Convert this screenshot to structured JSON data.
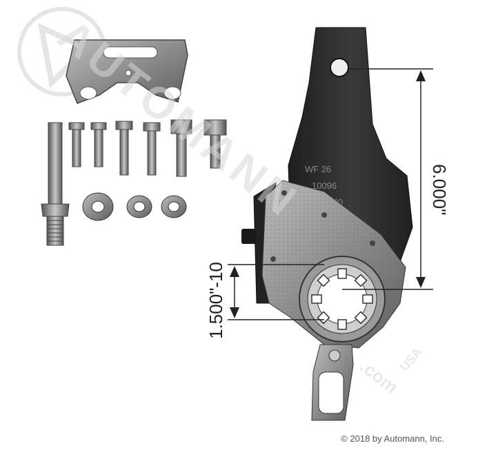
{
  "dimensions": {
    "long_label": "6.000\"",
    "short_label": "1.500\"-10"
  },
  "watermark": {
    "brand": "AUTOMANN",
    "domain": ".com",
    "suffix": "USA"
  },
  "copyright": "© 2018 by Automann, Inc.",
  "colors": {
    "metal": "#8a8a8a",
    "dark_arm": "#2a2a2a",
    "watermark": "#d8d8d8"
  }
}
